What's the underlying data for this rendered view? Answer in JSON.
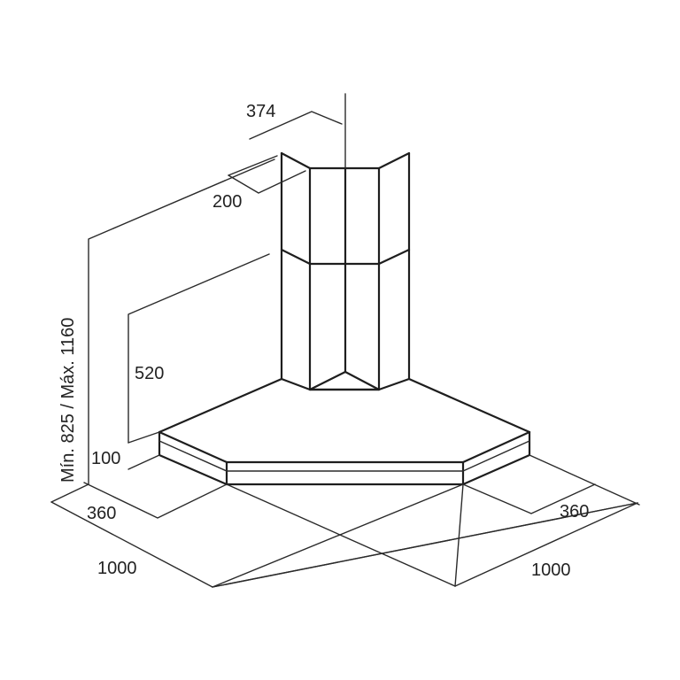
{
  "dimensions": {
    "width_top": "374",
    "depth_top": "200",
    "chimney_height": "520",
    "hood_height": "100",
    "side_depth_left": "360",
    "side_depth_right": "360",
    "width_left": "1000",
    "width_right": "1000",
    "total_height": "Mín. 825 / Máx. 1160"
  }
}
